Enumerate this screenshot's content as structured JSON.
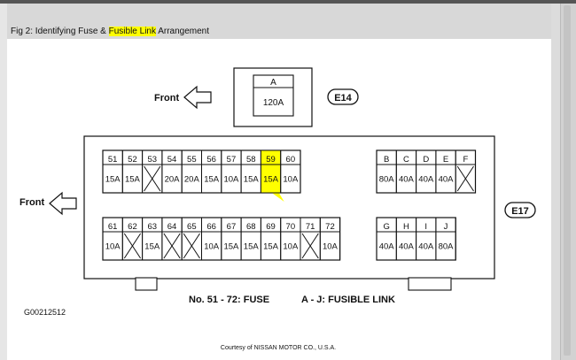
{
  "header": {
    "title_before": "Fig 2: Identifying Fuse & ",
    "title_highlight": "Fusible Link",
    "title_after": " Arrangement"
  },
  "diagram": {
    "front_label_top": "Front",
    "front_label_left": "Front",
    "e14_label": "E14",
    "e17_label": "E17",
    "main_fuse": {
      "letter": "A",
      "rating": "120A"
    },
    "fuses_row1": [
      {
        "num": "51",
        "rating": "15A"
      },
      {
        "num": "52",
        "rating": "15A"
      },
      {
        "num": "53",
        "rating": ""
      },
      {
        "num": "54",
        "rating": "20A"
      },
      {
        "num": "55",
        "rating": "20A"
      },
      {
        "num": "56",
        "rating": "15A"
      },
      {
        "num": "57",
        "rating": "10A"
      },
      {
        "num": "58",
        "rating": "15A"
      },
      {
        "num": "59",
        "rating": "15A",
        "highlighted": true
      },
      {
        "num": "60",
        "rating": "10A"
      }
    ],
    "fuses_row2": [
      {
        "num": "61",
        "rating": "10A"
      },
      {
        "num": "62",
        "rating": ""
      },
      {
        "num": "63",
        "rating": "15A"
      },
      {
        "num": "64",
        "rating": ""
      },
      {
        "num": "65",
        "rating": ""
      },
      {
        "num": "66",
        "rating": "10A"
      },
      {
        "num": "67",
        "rating": "15A"
      },
      {
        "num": "68",
        "rating": "15A"
      },
      {
        "num": "69",
        "rating": "15A"
      },
      {
        "num": "70",
        "rating": "10A"
      },
      {
        "num": "71",
        "rating": ""
      },
      {
        "num": "72",
        "rating": "10A"
      }
    ],
    "links_top": [
      {
        "letter": "B",
        "rating": "80A"
      },
      {
        "letter": "C",
        "rating": "40A"
      },
      {
        "letter": "D",
        "rating": "40A"
      },
      {
        "letter": "E",
        "rating": "40A"
      },
      {
        "letter": "F",
        "rating": ""
      }
    ],
    "links_bottom": [
      {
        "letter": "G",
        "rating": "40A"
      },
      {
        "letter": "H",
        "rating": "40A"
      },
      {
        "letter": "I",
        "rating": "40A"
      },
      {
        "letter": "J",
        "rating": "80A"
      }
    ],
    "legend_fuse": "No. 51 - 72: FUSE",
    "legend_link": "A - J: FUSIBLE LINK",
    "code": "G00212512",
    "credit": "Courtesy of NISSAN MOTOR CO., U.S.A.",
    "highlight_color": "#ffff00"
  }
}
